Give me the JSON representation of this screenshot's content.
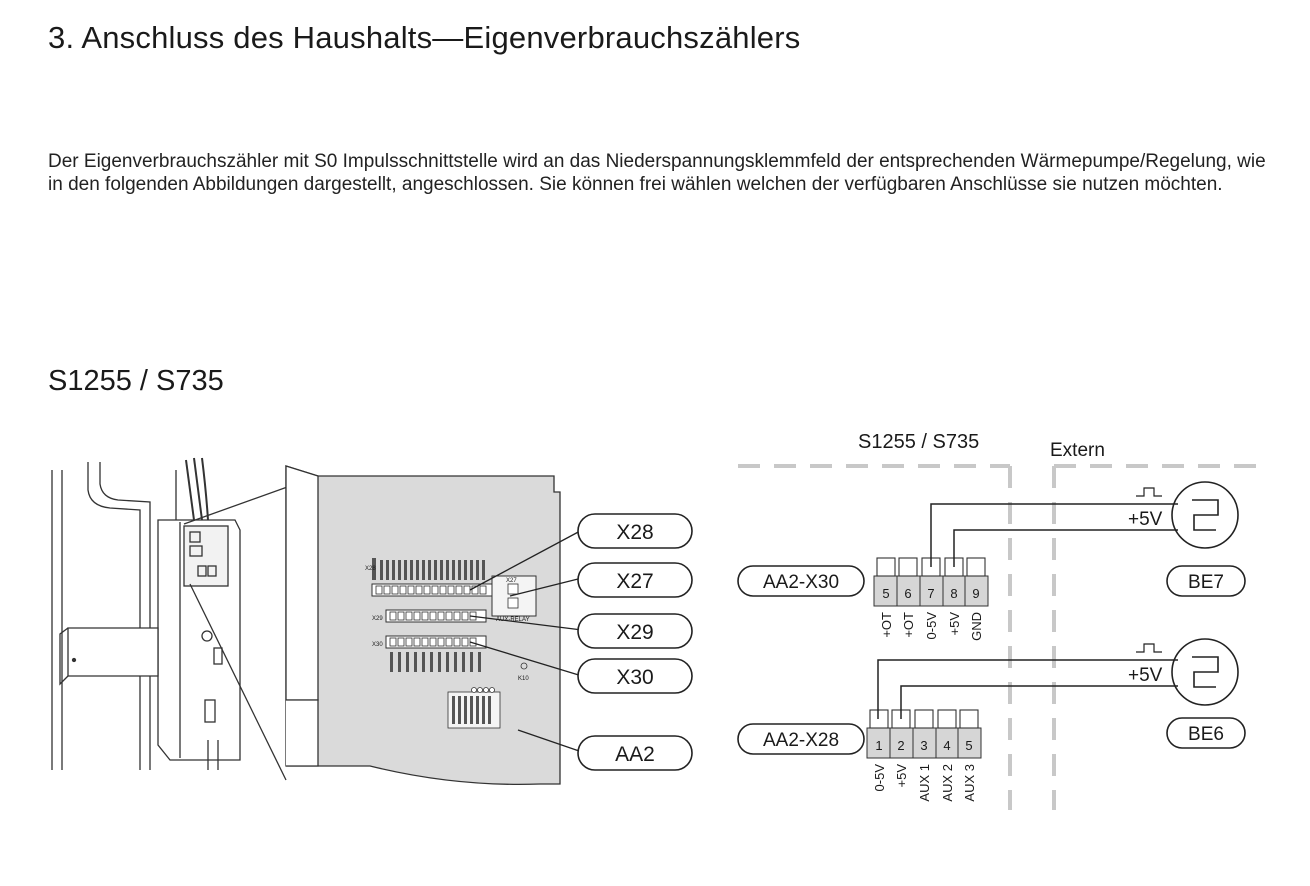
{
  "document": {
    "heading": "3. Anschluss des Haushalts—Eigenverbrauchszählers",
    "intro": "Der Eigenverbrauchszähler mit S0 Impulsschnittstelle wird an das Niederspannungsklemmfeld der entsprechenden Wärmepumpe/Regelung,  wie in den folgenden Abbildungen dargestellt, angeschlossen. Sie können frei wählen welchen der verfügbaren Anschlüsse sie nutzen möchten.",
    "subheading": "S1255 / S735"
  },
  "board_figure": {
    "callouts": [
      "X28",
      "X27",
      "X29",
      "X30",
      "AA2"
    ],
    "board_labels": [
      "X28",
      "X27",
      "X29",
      "X30",
      "K10",
      "AUX-RELAY"
    ]
  },
  "wiring_figure": {
    "title": "S1255 / S735",
    "extern_label": "Extern",
    "blocks": [
      {
        "name": "AA2-X30",
        "terminals": [
          {
            "num": "5",
            "label": "+OT"
          },
          {
            "num": "6",
            "label": "+OT"
          },
          {
            "num": "7",
            "label": "0-5V"
          },
          {
            "num": "8",
            "label": "+5V"
          },
          {
            "num": "9",
            "label": "GND"
          }
        ],
        "meter": "BE7",
        "voltage": "+5V"
      },
      {
        "name": "AA2-X28",
        "terminals": [
          {
            "num": "1",
            "label": "0-5V"
          },
          {
            "num": "2",
            "label": "+5V"
          },
          {
            "num": "3",
            "label": "AUX 1"
          },
          {
            "num": "4",
            "label": "AUX 2"
          },
          {
            "num": "5",
            "label": "AUX 3"
          }
        ],
        "meter": "BE6",
        "voltage": "+5V"
      }
    ]
  }
}
